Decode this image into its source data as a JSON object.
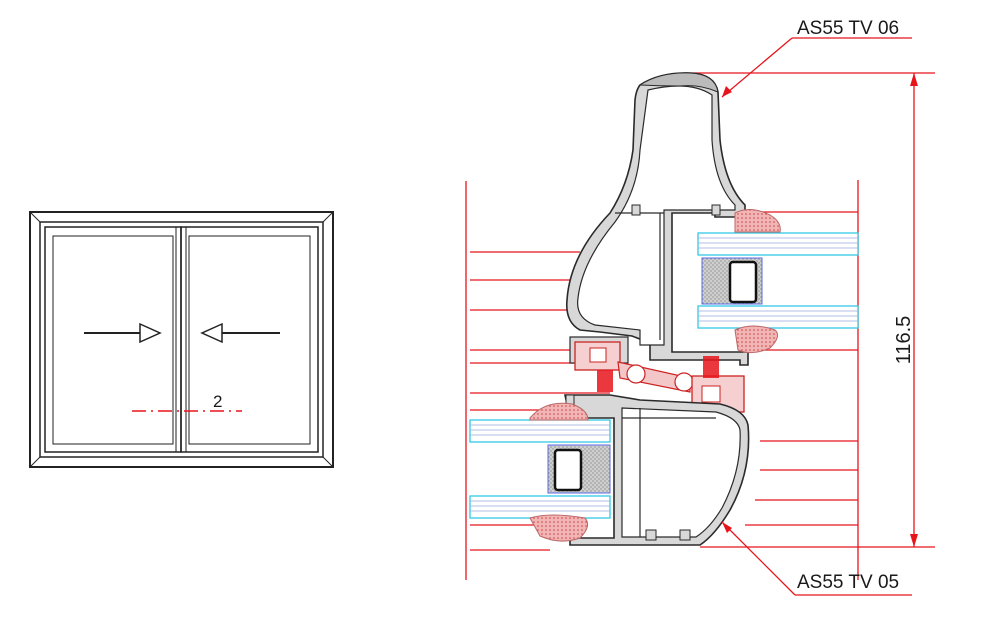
{
  "elevation": {
    "section_marker": "2"
  },
  "section": {
    "callout_top": "AS55 TV 06",
    "callout_bottom": "AS55 TV 05",
    "height_dimension": "116.5"
  },
  "colors": {
    "profile_fill": "#d3d3d3",
    "profile_stroke": "#2a2a2a",
    "dimension_red": "#e8141c",
    "glass_cyan": "#33c9e6",
    "gasket_grey": "#bfbfbf",
    "spacer_blue": "#5b6ee6"
  },
  "icons": {
    "left_sash_arrow": "arrow-right-icon",
    "right_sash_arrow": "arrow-left-icon"
  }
}
